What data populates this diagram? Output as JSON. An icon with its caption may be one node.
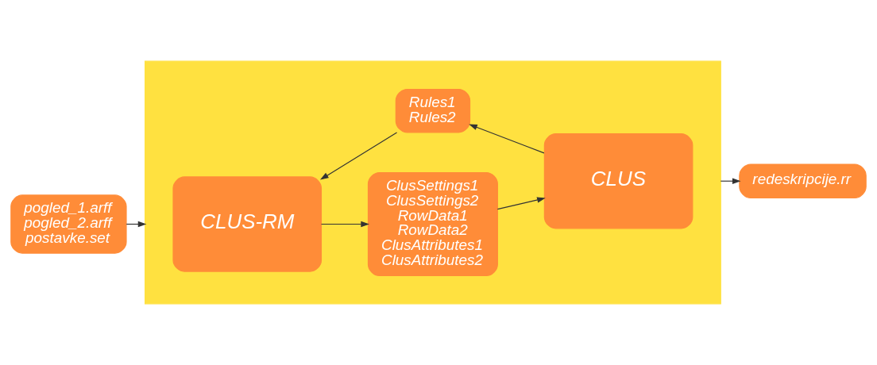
{
  "diagram": {
    "nodes": [
      {
        "text": [
          "pogled_1.arff pogled_2.arff postavke.set"
        ]
      },
      {
        "text": [],
        "shape": "box"
      },
      {
        "text": [
          "ClusSettings1 ClusSettings2 RowData1 RowData2 ClusAttributes1 ClusAttributes2"
        ],
        "in": 1
      },
      {
        "text": [
          "CLUS-RM"
        ],
        "in": 1
      },
      {
        "text": [
          "CLUS"
        ],
        "in": 1
      },
      {
        "text": [
          "Rules1 Rules2"
        ],
        "in": 1
      },
      {
        "text": [
          "redeskripcije.rr"
        ]
      }
    ],
    "edges": [
      {
        "from": 0,
        "to": 1,
        "arrow": "to"
      },
      {
        "from": 3,
        "to": 2,
        "arrow": "to"
      },
      {
        "from": 2,
        "to": 4,
        "arrow": "to"
      },
      {
        "from": 4,
        "to": 5,
        "arrow": "to"
      },
      {
        "from": 5,
        "to": 3,
        "arrow": "to"
      },
      {
        "from": 1,
        "to": 6,
        "arrow": "to"
      }
    ]
  }
}
